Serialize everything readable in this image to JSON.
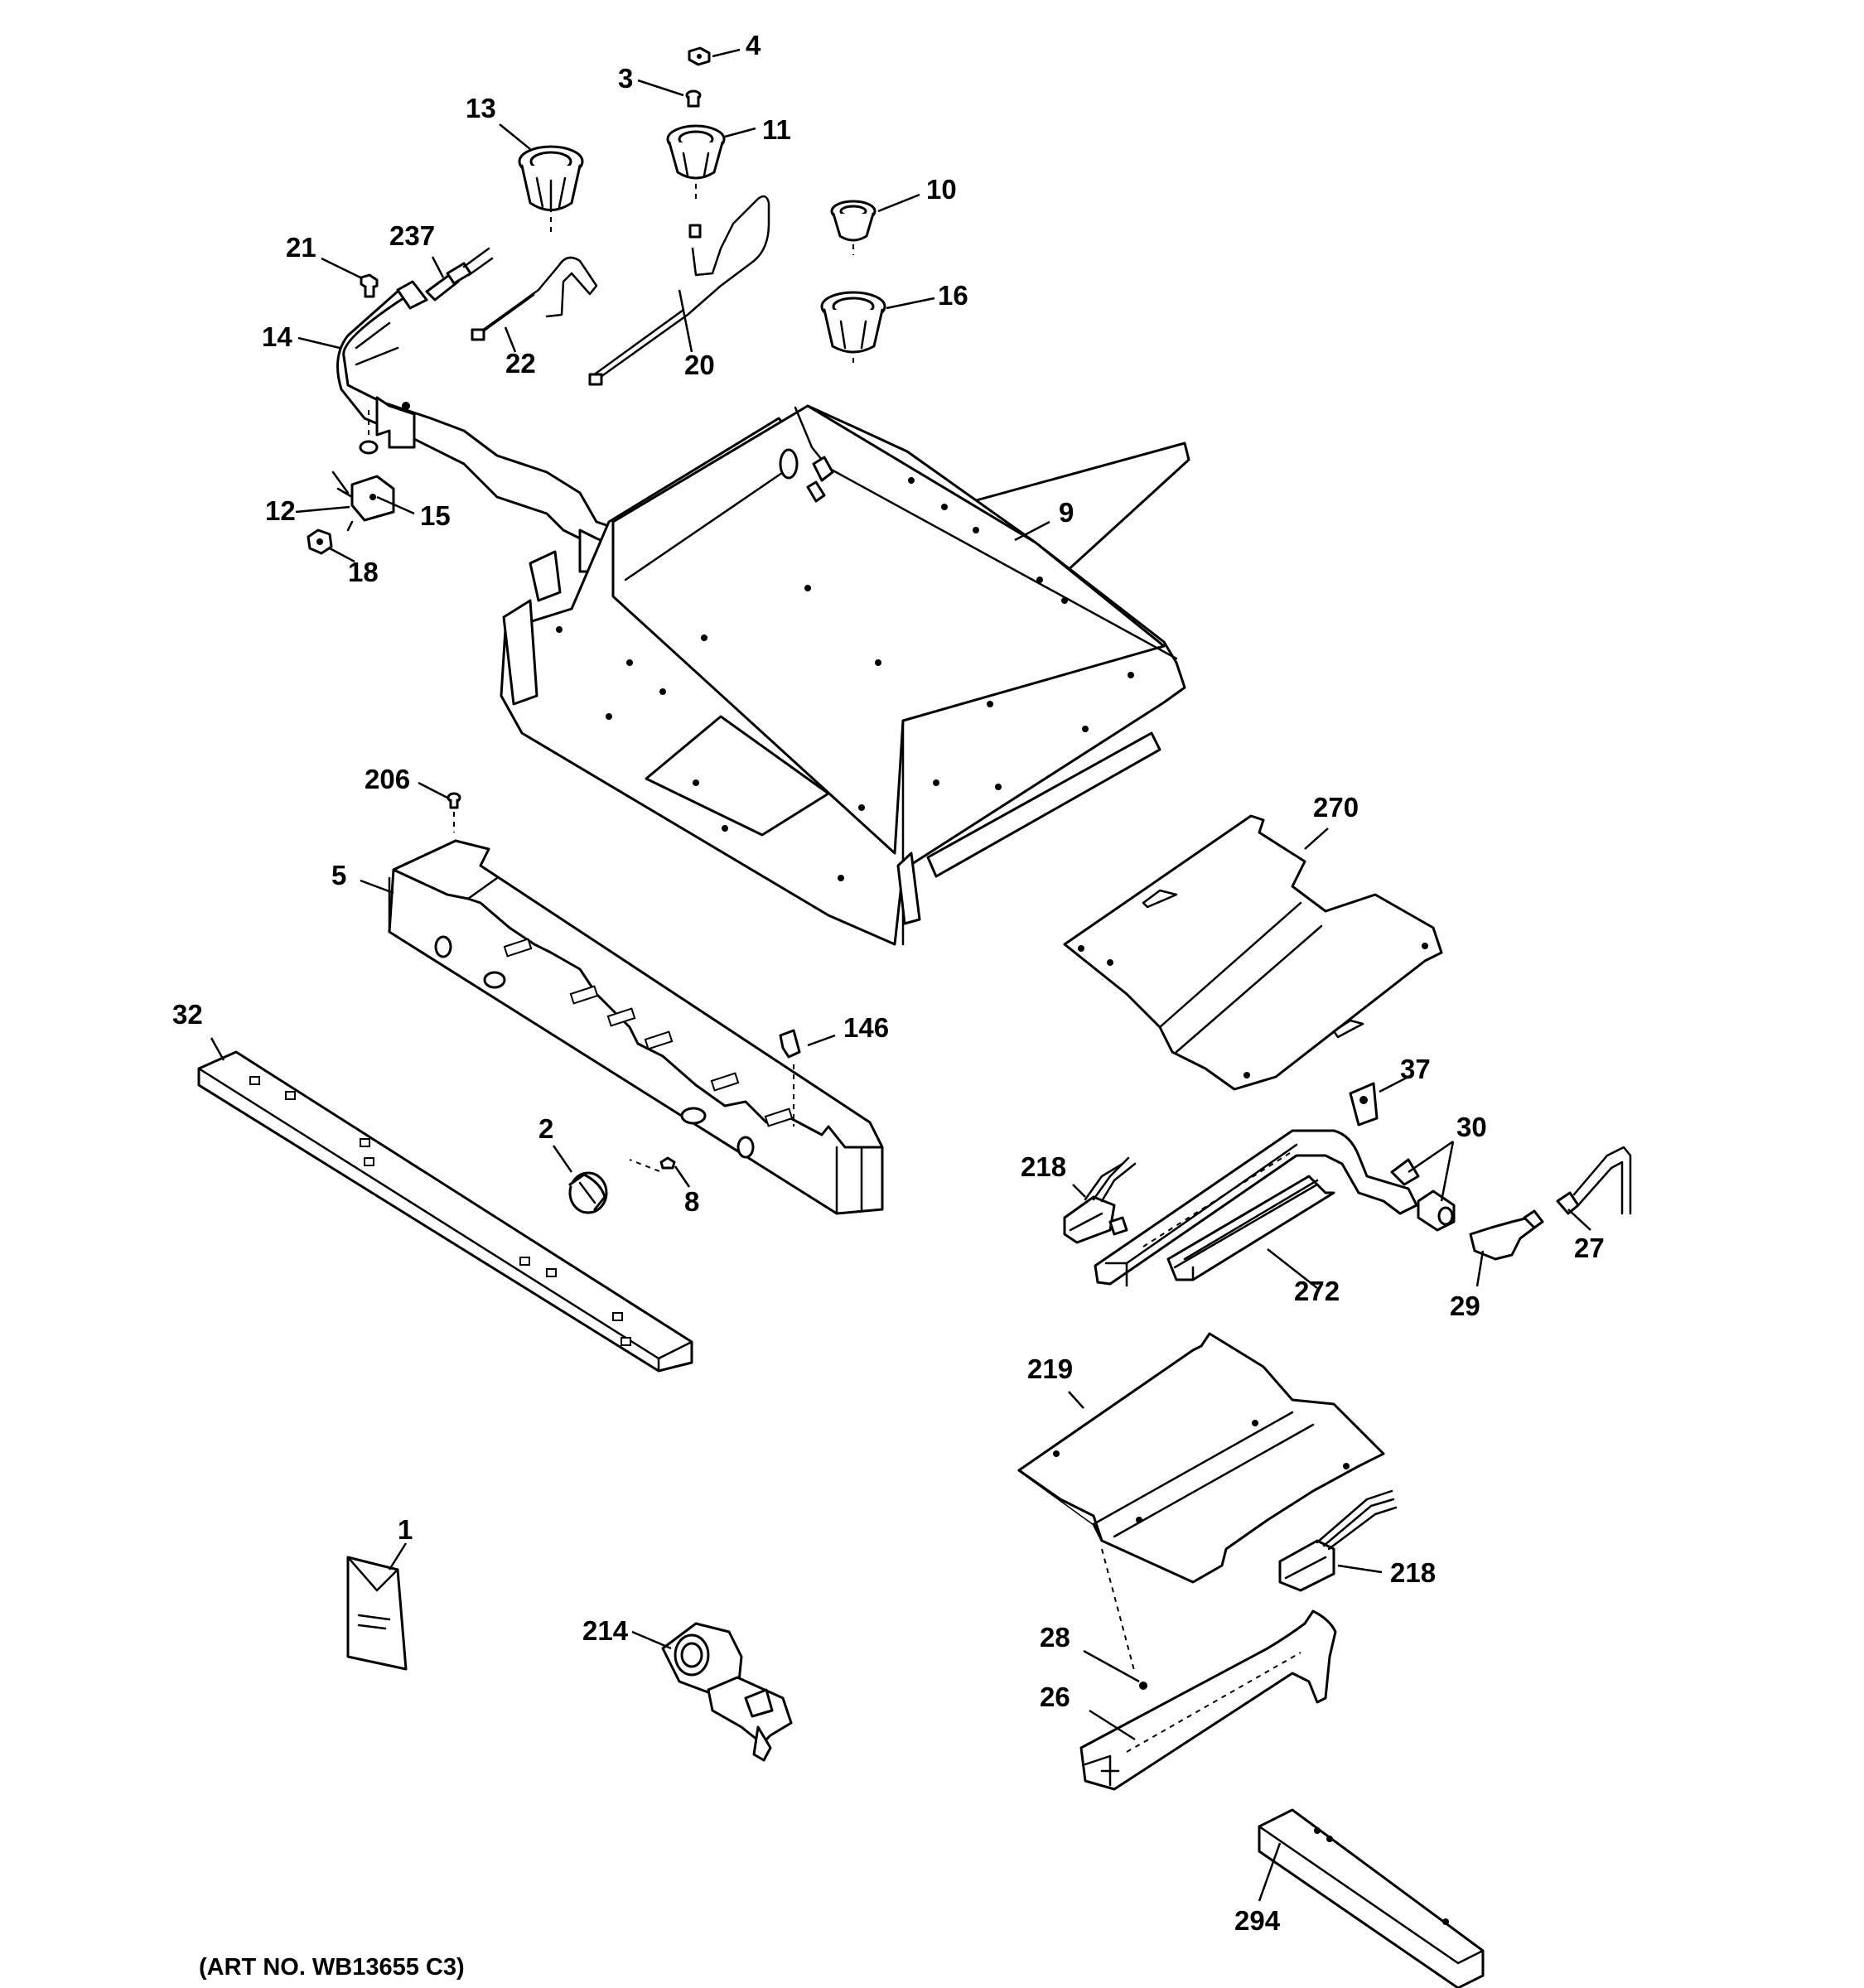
{
  "callouts": {
    "p1": "1",
    "p2": "2",
    "p3": "3",
    "p4": "4",
    "p5": "5",
    "p8": "8",
    "p9": "9",
    "p10": "10",
    "p11": "11",
    "p12": "12",
    "p13": "13",
    "p14": "14",
    "p15": "15",
    "p16": "16",
    "p18": "18",
    "p20": "20",
    "p21": "21",
    "p22": "22",
    "p26": "26",
    "p27": "27",
    "p28": "28",
    "p29": "29",
    "p30": "30",
    "p32": "32",
    "p37": "37",
    "p146": "146",
    "p206": "206",
    "p214": "214",
    "p218a": "218",
    "p218b": "218",
    "p219": "219",
    "p237": "237",
    "p270": "270",
    "p272": "272",
    "p294": "294"
  },
  "art_number": "(ART NO. WB13655 C3)"
}
